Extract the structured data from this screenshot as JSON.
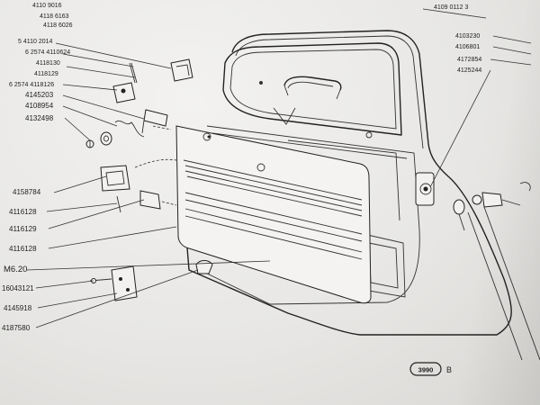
{
  "labels_left": [
    "4110 9016",
    "4118 6163",
    "4118 6026",
    "5 4110 2014",
    "6 2574 4110624",
    "4118130",
    "4118129",
    "6 2574 4118126",
    "4145203",
    "4108954",
    "4132498",
    "4158784",
    "4116128",
    "4116129",
    "4116128",
    "M6.20",
    "16043121",
    "4145918",
    "4187580"
  ],
  "labels_right": [
    "4103230",
    "4106801",
    "4172854",
    "4125244"
  ],
  "labels_top": [
    "4109 0112 3"
  ],
  "figure_number": "3990",
  "figure_suffix": "B"
}
